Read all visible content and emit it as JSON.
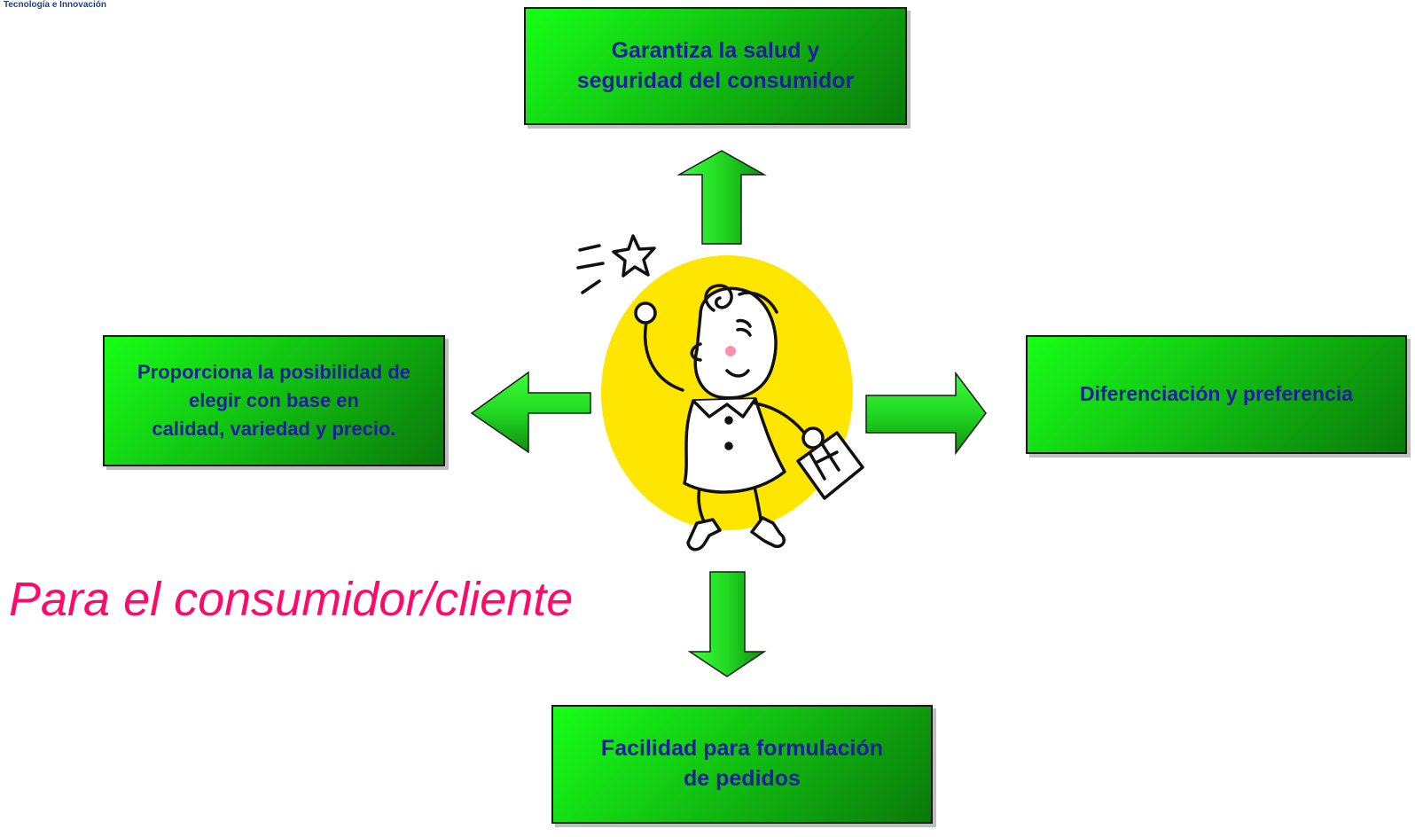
{
  "logo": {
    "text": "Tecnología e Innovación"
  },
  "boxes": {
    "top": "Garantiza la salud y\nseguridad del consumidor",
    "left": "Proporciona la posibilidad de\nelegir con base en\ncalidad, variedad y precio.",
    "right": "Diferenciación y preferencia",
    "bottom": "Facilidad para formulación\nde pedidos"
  },
  "caption": "Para el consumidor/cliente",
  "colors": {
    "box_green_light": "#17ff17",
    "box_green_dark": "#0a7a0a",
    "box_text": "#1f1f9e",
    "arrow_green": "#22e022",
    "circle_yellow": "#ffe600",
    "caption_pink": "#ff0a6a"
  },
  "icons": {
    "figure": "shopper-woman-icon",
    "star": "star-icon",
    "arrows": [
      "arrow-up-icon",
      "arrow-left-icon",
      "arrow-right-icon",
      "arrow-down-icon"
    ]
  }
}
